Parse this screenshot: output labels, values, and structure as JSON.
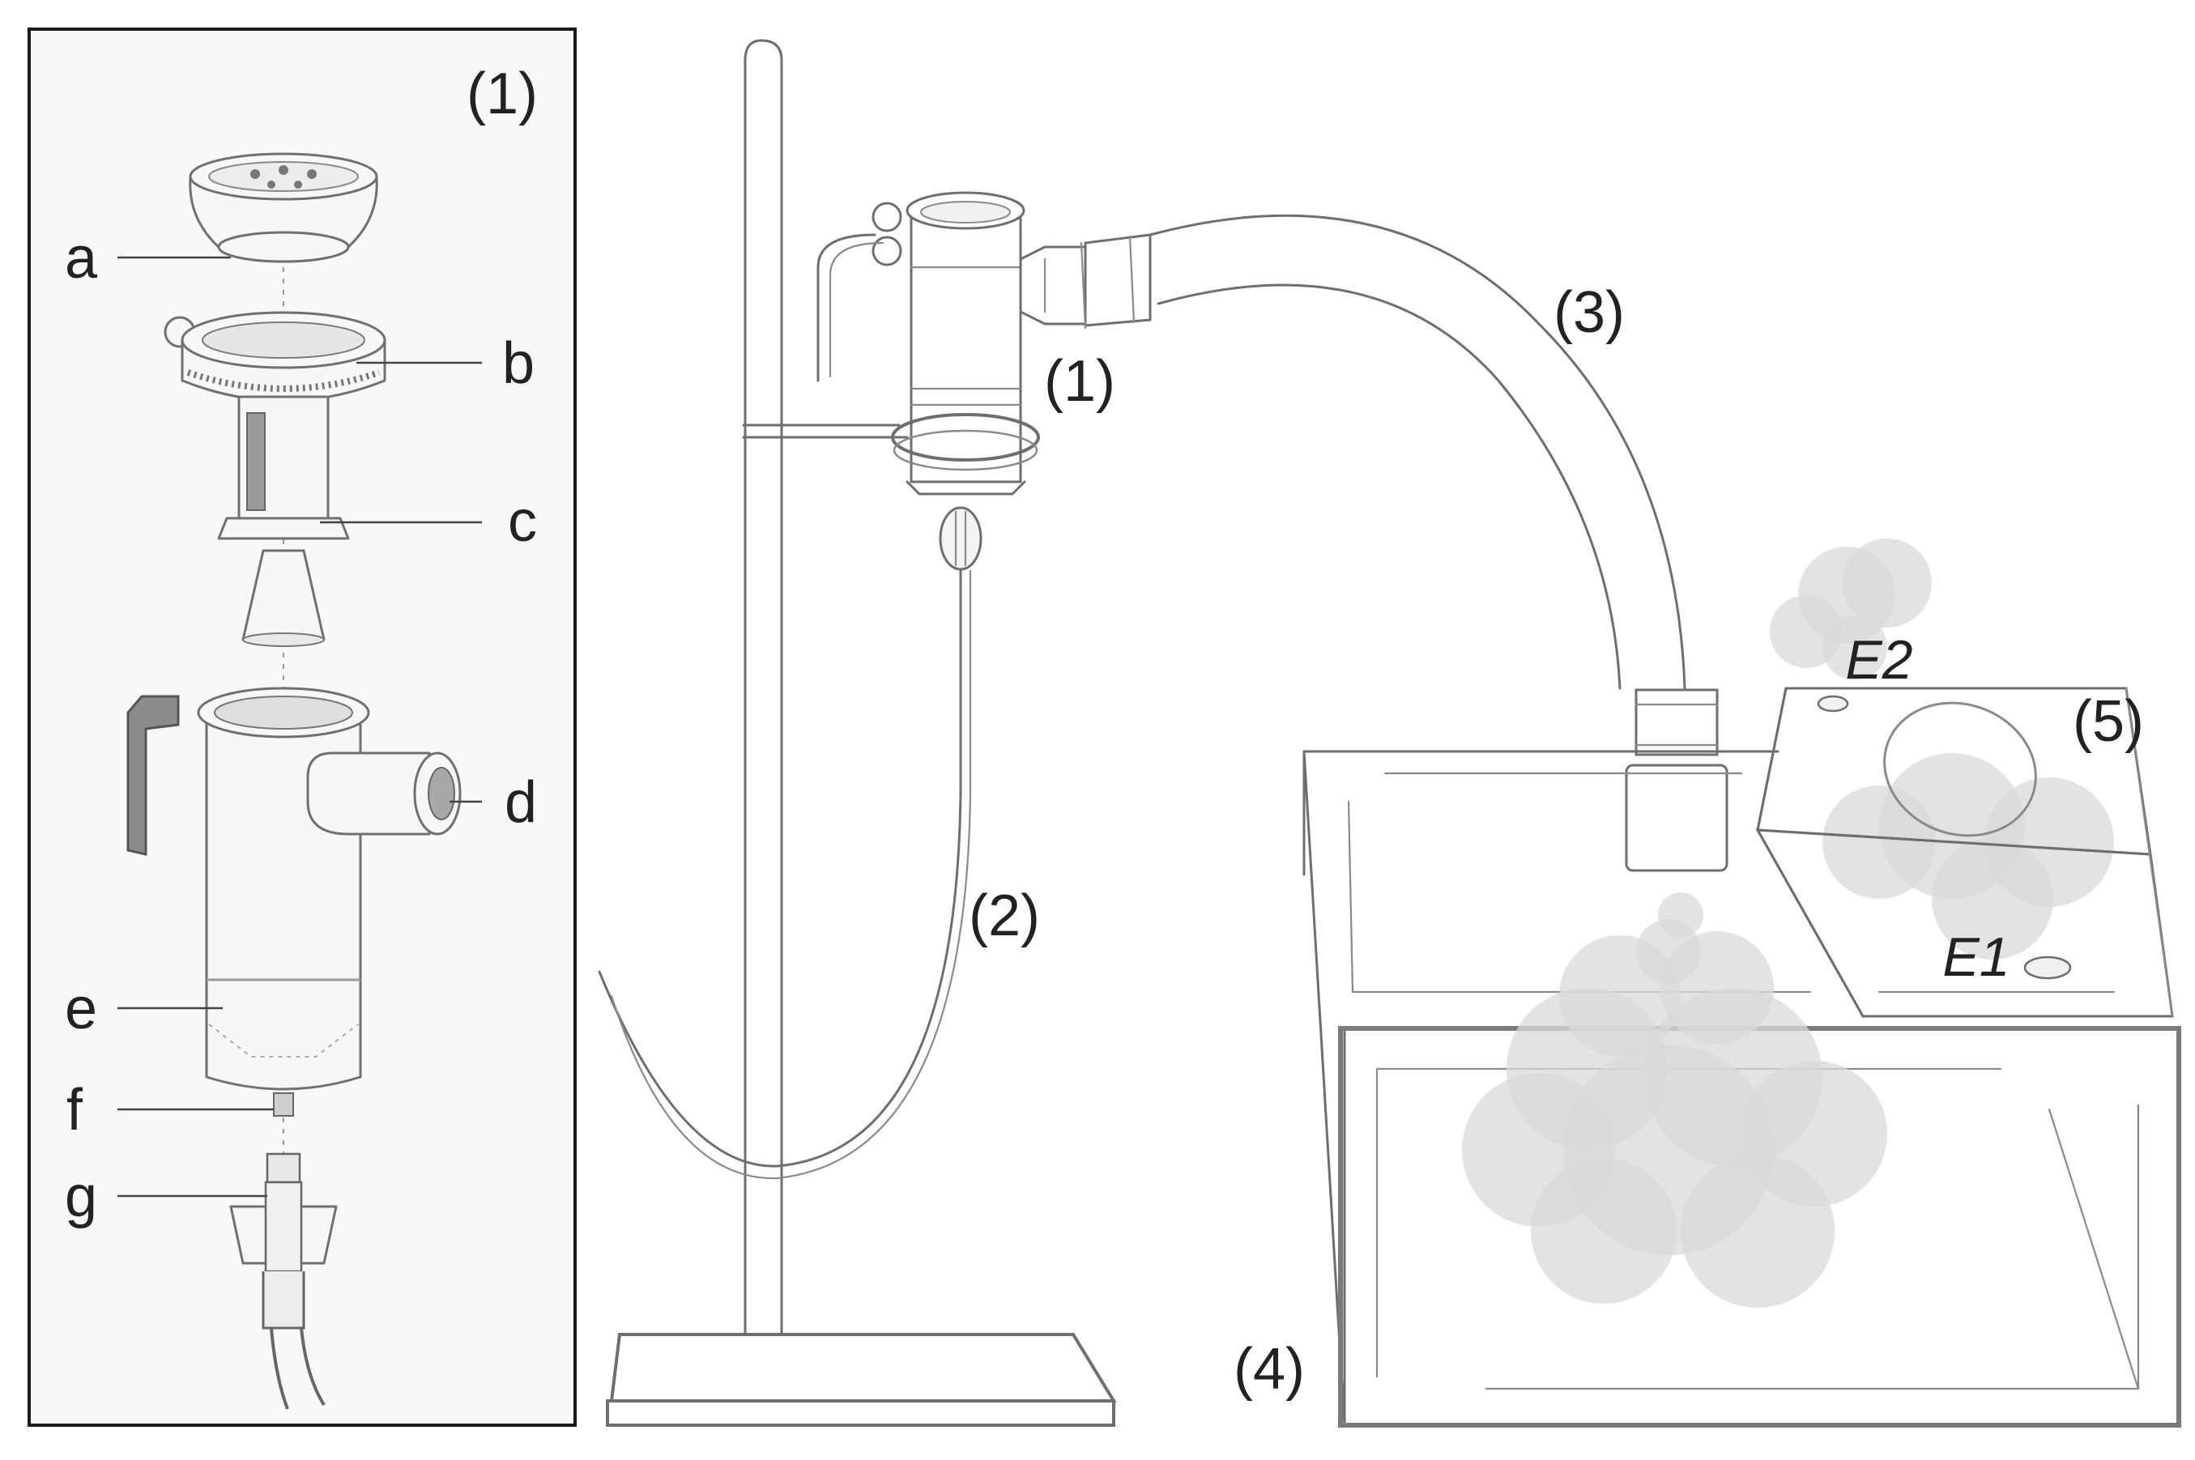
{
  "inset": {
    "label": "(1)",
    "parts": [
      {
        "key": "a",
        "label": "a"
      },
      {
        "key": "b",
        "label": "b"
      },
      {
        "key": "c",
        "label": "c"
      },
      {
        "key": "d",
        "label": "d"
      },
      {
        "key": "e",
        "label": "e"
      },
      {
        "key": "f",
        "label": "f"
      },
      {
        "key": "g",
        "label": "g"
      }
    ]
  },
  "components": [
    {
      "key": "nebulizer",
      "label": "(1)"
    },
    {
      "key": "tubing",
      "label": "(2)"
    },
    {
      "key": "hose",
      "label": "(3)"
    },
    {
      "key": "chamber",
      "label": "(4)"
    },
    {
      "key": "box",
      "label": "(5)"
    }
  ],
  "exhausts": [
    {
      "key": "E1",
      "label": "E1"
    },
    {
      "key": "E2",
      "label": "E2"
    }
  ]
}
